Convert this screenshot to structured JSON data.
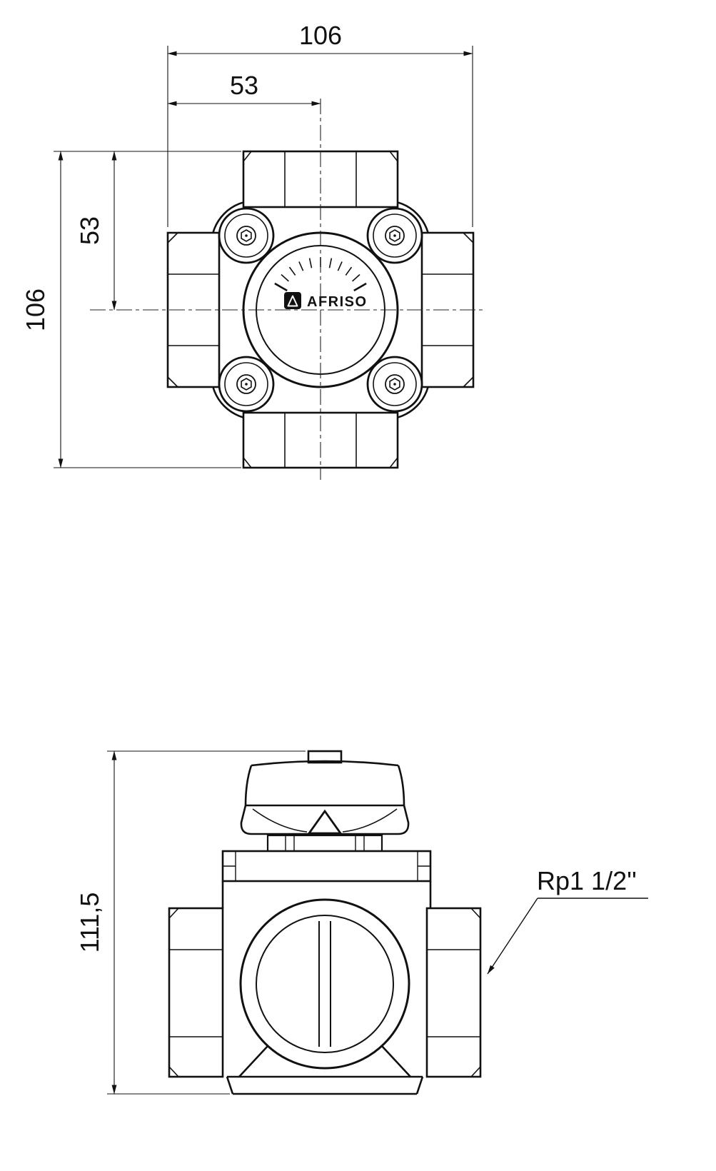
{
  "drawing": {
    "background": "#ffffff",
    "line_color": "#111111",
    "type": "technical-dimension-drawing",
    "views": [
      "top-view",
      "front-view"
    ]
  },
  "top_view": {
    "brand_text": "AFRISO",
    "dims": {
      "width_total": "106",
      "width_half": "53",
      "height_half": "53",
      "height_total": "106"
    }
  },
  "front_view": {
    "dims": {
      "height_total": "111,5"
    },
    "connection_label": "Rp1 1/2''"
  }
}
